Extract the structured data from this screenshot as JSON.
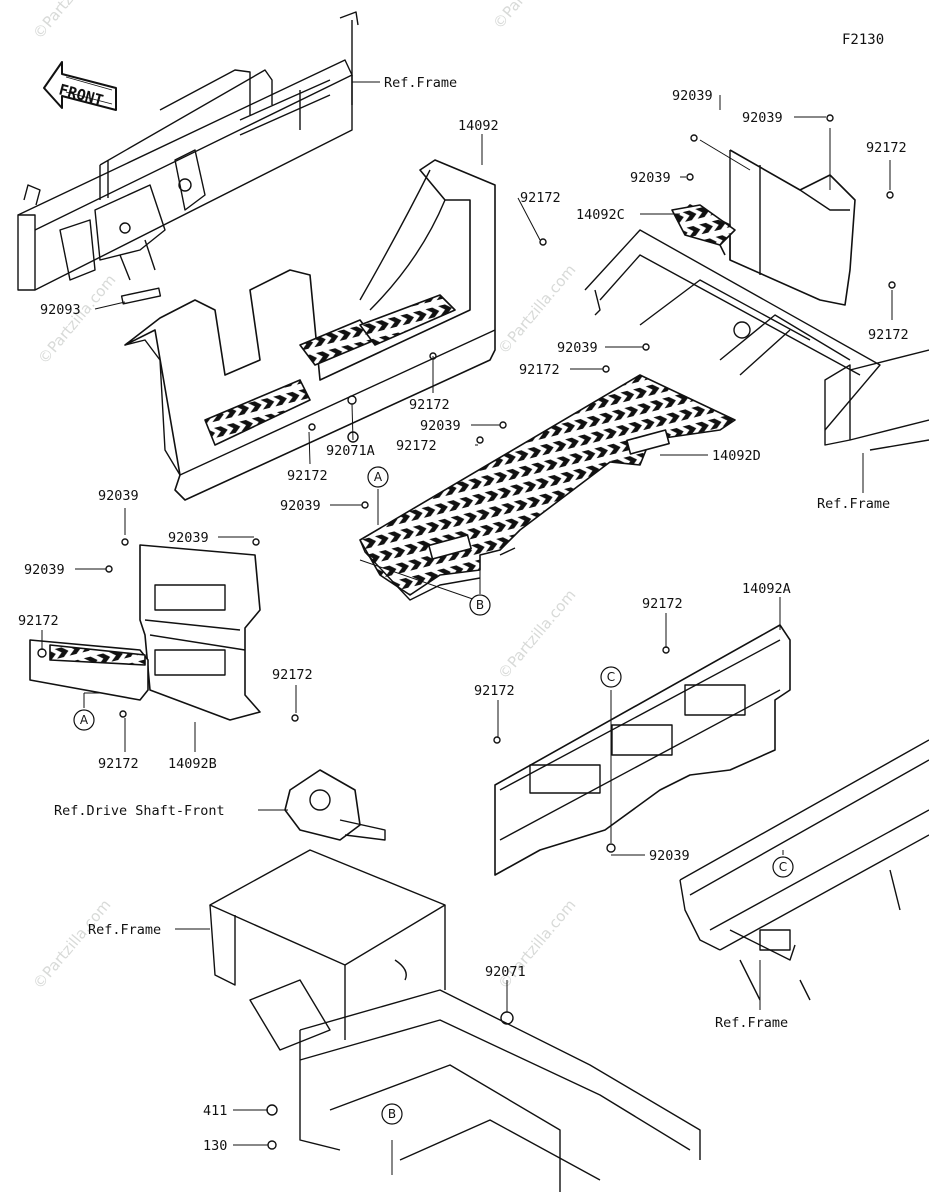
{
  "figure_id": "F2130",
  "front_label": "FRONT",
  "watermark": "©Partzilla.com",
  "callouts": {
    "A": "A",
    "B": "B",
    "C": "C"
  },
  "labels": {
    "ref_frame": "Ref.Frame",
    "ref_drive_shaft_front": "Ref.Drive Shaft-Front",
    "p14092": "14092",
    "p14092A": "14092A",
    "p14092B": "14092B",
    "p14092C": "14092C",
    "p14092D": "14092D",
    "p92039": "92039",
    "p92172": "92172",
    "p92093": "92093",
    "p92071A": "92071A",
    "p92071": "92071",
    "p411": "411",
    "p130": "130"
  }
}
